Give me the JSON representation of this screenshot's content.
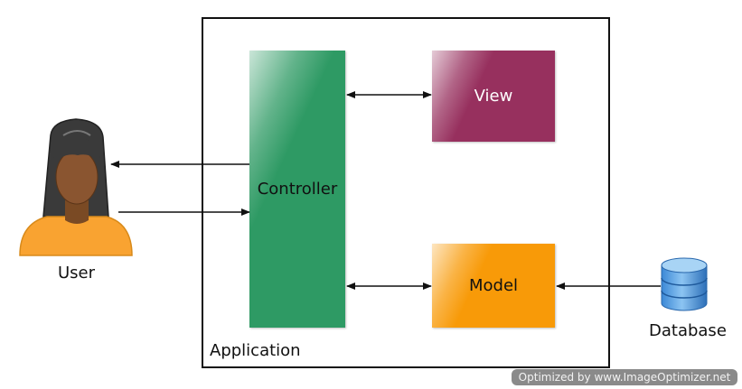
{
  "diagram": {
    "application_label": "Application",
    "user_label": "User",
    "database_label": "Database",
    "controller": {
      "label": "Controller",
      "color": "#2e9a64"
    },
    "view": {
      "label": "View",
      "color": "#97305e"
    },
    "model": {
      "label": "Model",
      "color": "#f89a08"
    }
  },
  "watermark": "Optimized by www.ImageOptimizer.net"
}
